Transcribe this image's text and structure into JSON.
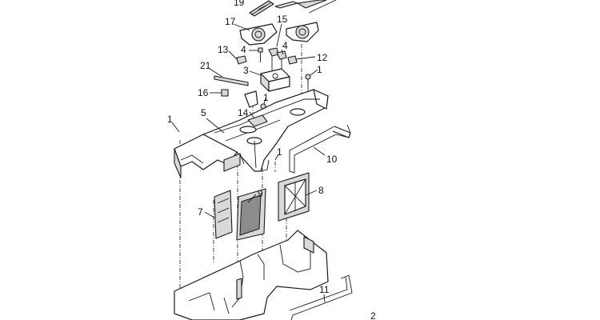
{
  "callouts": [
    {
      "id": "c1",
      "text": "19"
    },
    {
      "id": "c2",
      "text": "17"
    },
    {
      "id": "c3",
      "text": "15"
    },
    {
      "id": "c4",
      "text": "13"
    },
    {
      "id": "c5",
      "text": "4"
    },
    {
      "id": "c6",
      "text": "4"
    },
    {
      "id": "c7",
      "text": "12"
    },
    {
      "id": "c8",
      "text": "21"
    },
    {
      "id": "c9",
      "text": "3"
    },
    {
      "id": "c10",
      "text": "1"
    },
    {
      "id": "c11",
      "text": "16"
    },
    {
      "id": "c12",
      "text": "1"
    },
    {
      "id": "c13",
      "text": "14"
    },
    {
      "id": "c14",
      "text": "5"
    },
    {
      "id": "c15",
      "text": "1"
    },
    {
      "id": "c16",
      "text": "1"
    },
    {
      "id": "c17",
      "text": "10"
    },
    {
      "id": "c18",
      "text": "9"
    },
    {
      "id": "c19",
      "text": "8"
    },
    {
      "id": "c20",
      "text": "7"
    },
    {
      "id": "c21",
      "text": "11"
    },
    {
      "id": "c22",
      "text": "2"
    }
  ]
}
